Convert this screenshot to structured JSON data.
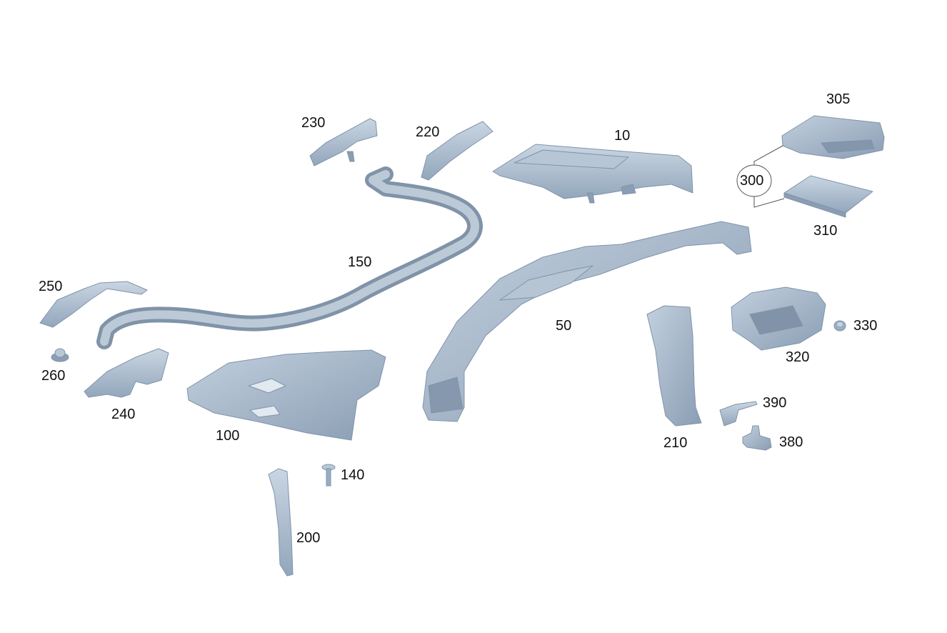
{
  "diagram": {
    "colors": {
      "part_fill": "#a9bccf",
      "part_light": "#c6d4e1",
      "part_dark": "#8193a8",
      "label_text": "#111111",
      "background": "#ffffff"
    },
    "labels": {
      "p10": "10",
      "p50": "50",
      "p100": "100",
      "p140": "140",
      "p150": "150",
      "p200": "200",
      "p210": "210",
      "p220": "220",
      "p230": "230",
      "p240": "240",
      "p250": "250",
      "p260": "260",
      "p300": "300",
      "p305": "305",
      "p310": "310",
      "p320": "320",
      "p330": "330",
      "p380": "380",
      "p390": "390"
    }
  }
}
